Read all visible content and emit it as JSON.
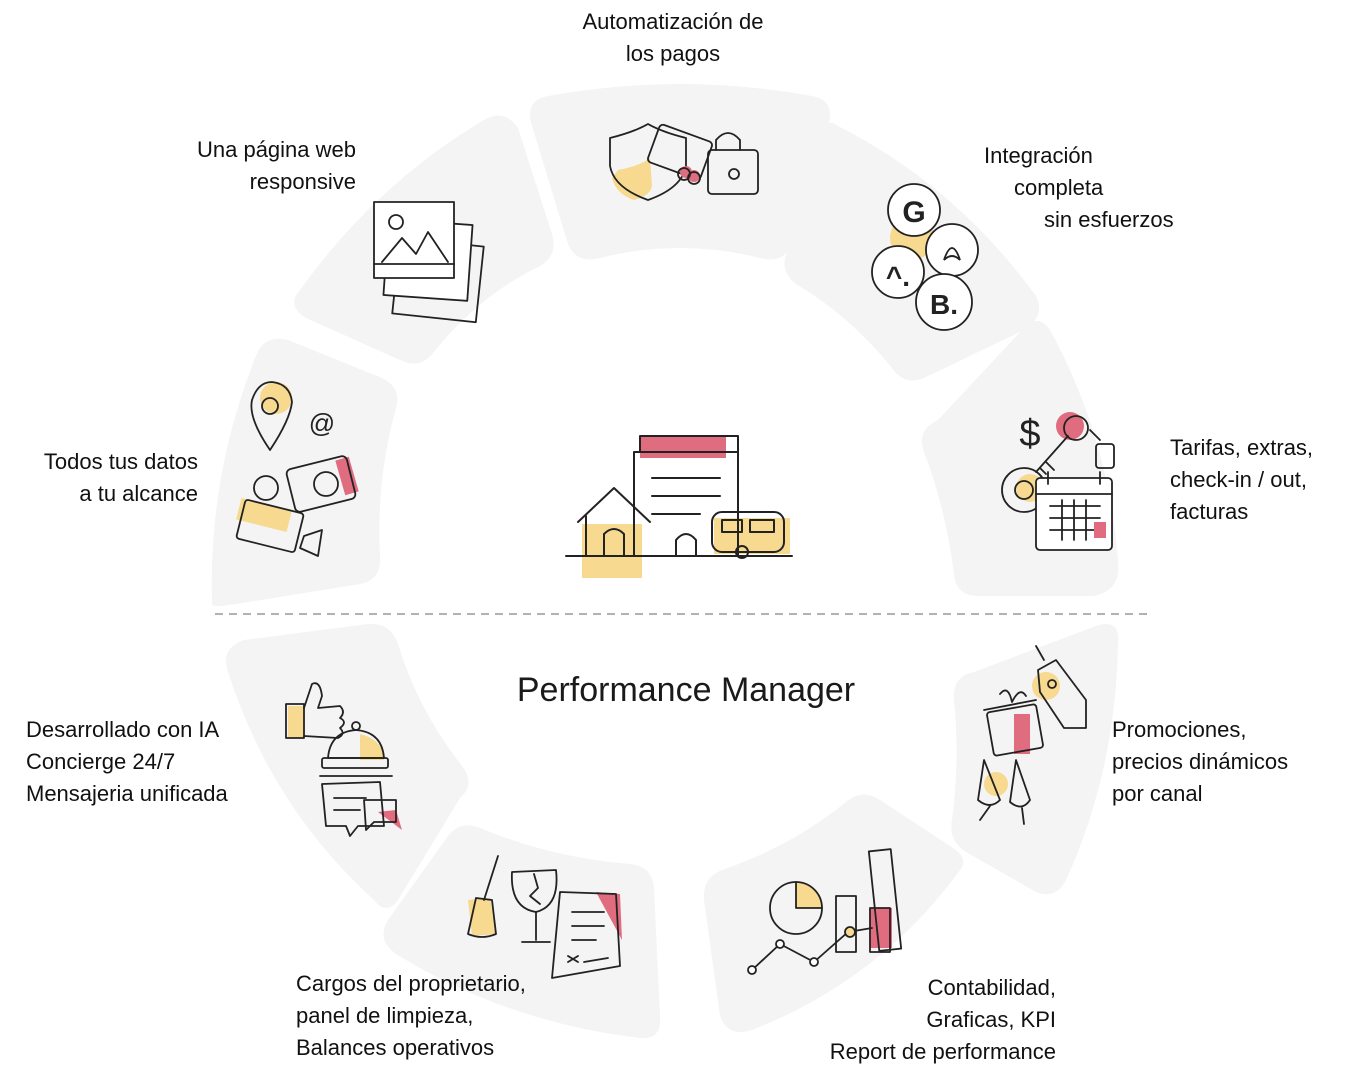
{
  "diagram": {
    "center_title": "Performance Manager",
    "colors": {
      "segment": "#f4f4f4",
      "stroke": "#222222",
      "yellow": "#f7d98f",
      "red": "#e06c80",
      "divider": "#999999"
    },
    "segments": [
      {
        "id": "payments",
        "icon": "payment-cards-lock-icon",
        "lines": [
          "Automatización de",
          "los pagos"
        ]
      },
      {
        "id": "integration",
        "icon": "channel-logos-icon",
        "lines": [
          "Integración",
          "completa",
          "sin esfuerzos"
        ]
      },
      {
        "id": "rates",
        "icon": "pricing-keys-calendar-icon",
        "lines": [
          "Tarifas, extras,",
          "check-in / out,",
          "facturas"
        ]
      },
      {
        "id": "promotions",
        "icon": "gift-tag-champagne-icon",
        "lines": [
          "Promociones,",
          "precios dinámicos",
          "por canal"
        ]
      },
      {
        "id": "accounting",
        "icon": "charts-kpi-icon",
        "lines": [
          "Contabilidad,",
          "Graficas, KPI",
          "Report de performance"
        ]
      },
      {
        "id": "owner",
        "icon": "cleaning-broom-invoice-icon",
        "lines": [
          "Cargos del proprietario,",
          "panel de limpieza,",
          "Balances operativos"
        ]
      },
      {
        "id": "ai",
        "icon": "concierge-bell-chat-icon",
        "lines": [
          "Desarrollado con IA",
          "Concierge 24/7",
          "Mensajeria unificada"
        ]
      },
      {
        "id": "data",
        "icon": "location-camera-data-icon",
        "lines": [
          "Todos tus datos",
          "a tu alcance"
        ]
      },
      {
        "id": "web",
        "icon": "responsive-web-image-icon",
        "lines": [
          "Una página web",
          "responsive"
        ]
      }
    ],
    "center_icon": "properties-hotel-house-caravan-icon"
  }
}
